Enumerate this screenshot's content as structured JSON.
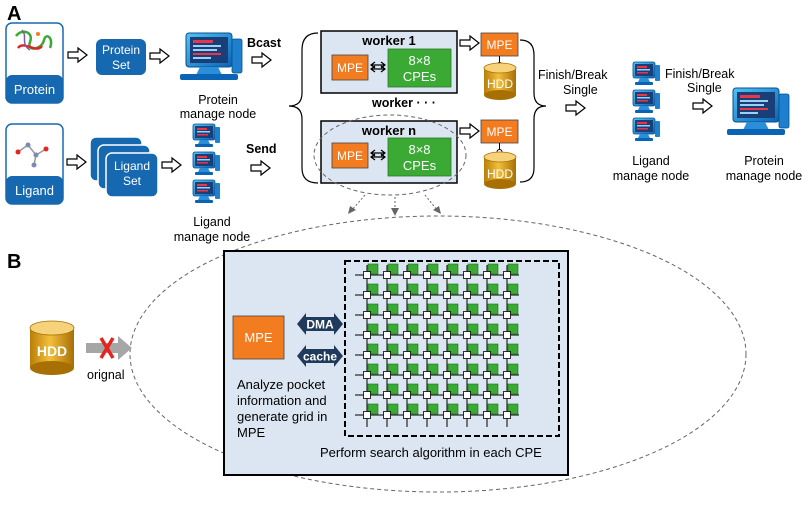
{
  "panel_a": {
    "label": "A",
    "protein_label": "Protein",
    "protein_set_line1": "Protein",
    "protein_set_line2": "Set",
    "protein_node_line1": "Protein",
    "protein_node_line2": "manage node",
    "ligand_label": "Ligand",
    "ligand_set_line1": "Ligand",
    "ligand_set_line2": "Set",
    "ligand_node_line1": "Ligand",
    "ligand_node_line2": "manage node",
    "bcast_label": "Bcast",
    "send_label": "Send",
    "worker1_title": "worker 1",
    "workern_title": "worker n",
    "worker_dots": "worker · · ·",
    "mpe_label": "MPE",
    "cpes_line1": "8×8",
    "cpes_line2": "CPEs",
    "hdd_label": "HDD",
    "finish1_line1": "Finish/Break",
    "finish1_line2": "Single",
    "finish2_line1": "Finish/Break",
    "finish2_line2": "Single",
    "right_ligand_line1": "Ligand",
    "right_ligand_line2": "manage node",
    "right_protein_line1": "Protein",
    "right_protein_line2": "manage node"
  },
  "panel_b": {
    "label": "B",
    "hdd_label": "HDD",
    "orignal_label": "orignal",
    "mpe_label": "MPE",
    "dma_label": "DMA",
    "cache_label": "cache",
    "analyze_lines": [
      "Analyze pocket",
      "information and",
      "generate grid in",
      "MPE"
    ],
    "perform_label": "Perform search algorithm in each CPE"
  },
  "colors": {
    "blue_box": "#1669b0",
    "light_box": "#dce6f2",
    "mpe_orange": "#f47c20",
    "cpe_green": "#3aaa35",
    "hdd_gold": "#e7a61a",
    "arrow_navy": "#1f3a5a",
    "x_red": "#e52420"
  }
}
